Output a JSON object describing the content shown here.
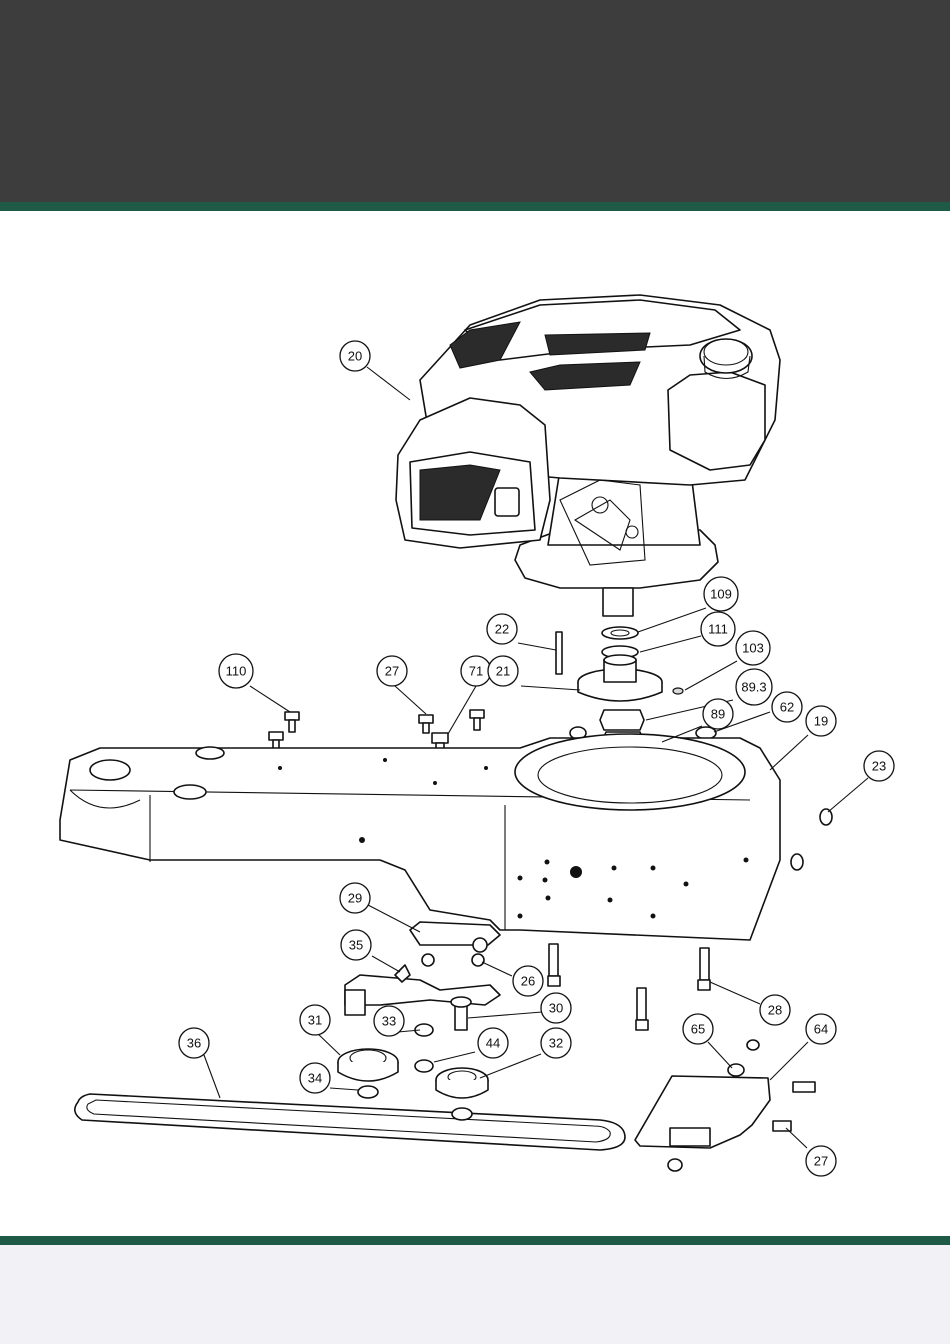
{
  "colors": {
    "header": "#3d3d3d",
    "accent": "#1f5a46",
    "footer": "#f1f1f6"
  },
  "callouts": [
    {
      "label": "20"
    },
    {
      "label": "109"
    },
    {
      "label": "22"
    },
    {
      "label": "111"
    },
    {
      "label": "103"
    },
    {
      "label": "110"
    },
    {
      "label": "27"
    },
    {
      "label": "71"
    },
    {
      "label": "21"
    },
    {
      "label": "89.3"
    },
    {
      "label": "89"
    },
    {
      "label": "62"
    },
    {
      "label": "19"
    },
    {
      "label": "23"
    },
    {
      "label": "29"
    },
    {
      "label": "35"
    },
    {
      "label": "26"
    },
    {
      "label": "28"
    },
    {
      "label": "30"
    },
    {
      "label": "31"
    },
    {
      "label": "33"
    },
    {
      "label": "36"
    },
    {
      "label": "65"
    },
    {
      "label": "64"
    },
    {
      "label": "44"
    },
    {
      "label": "32"
    },
    {
      "label": "34"
    },
    {
      "label": "27"
    }
  ]
}
